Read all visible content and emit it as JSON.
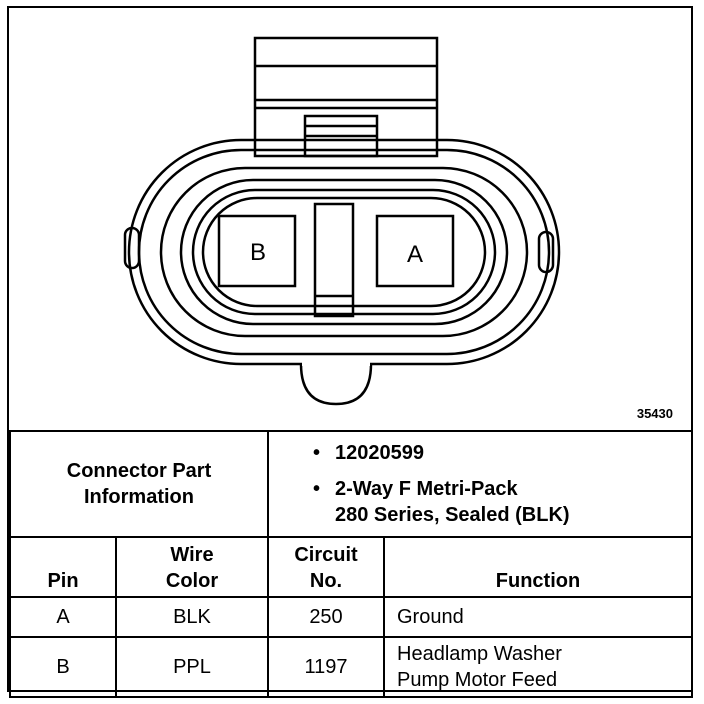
{
  "figure": {
    "id": "35430",
    "pin_labels": {
      "left": "B",
      "right": "A"
    }
  },
  "connector_info": {
    "label_line1": "Connector Part",
    "label_line2": "Information",
    "part_number": "12020599",
    "description_line1": "2-Way F Metri-Pack",
    "description_line2": "280 Series, Sealed (BLK)",
    "bullet": "•"
  },
  "table": {
    "headers": {
      "pin": "Pin",
      "wire_color_line1": "Wire",
      "wire_color_line2": "Color",
      "circuit_line1": "Circuit",
      "circuit_line2": "No.",
      "function": "Function"
    },
    "rows": [
      {
        "pin": "A",
        "wire_color": "BLK",
        "circuit": "250",
        "function_line1": "Ground",
        "function_line2": ""
      },
      {
        "pin": "B",
        "wire_color": "PPL",
        "circuit": "1197",
        "function_line1": "Headlamp Washer",
        "function_line2": "Pump Motor Feed"
      }
    ]
  }
}
